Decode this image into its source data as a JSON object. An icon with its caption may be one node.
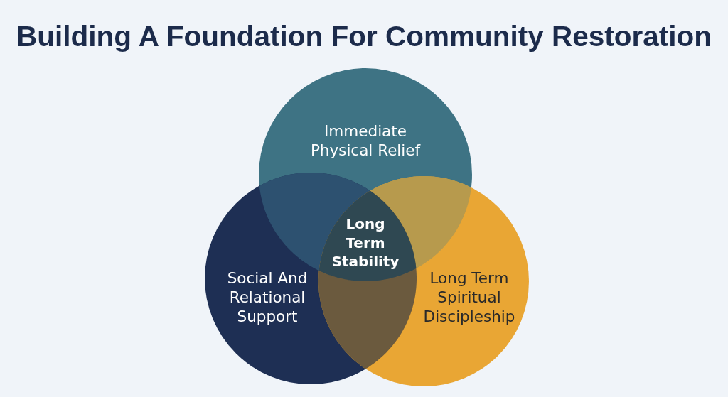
{
  "diagram": {
    "title": "Building A Foundation For Community Restoration",
    "nodes": [
      {
        "text": [
          "Immediate Physical Relief"
        ]
      },
      {
        "text": [
          "Social And Relational Support"
        ]
      },
      {
        "text": [
          "Long Term Spiritual Discipleship"
        ]
      },
      {
        "text": [
          "Long Term Stability"
        ]
      }
    ]
  }
}
